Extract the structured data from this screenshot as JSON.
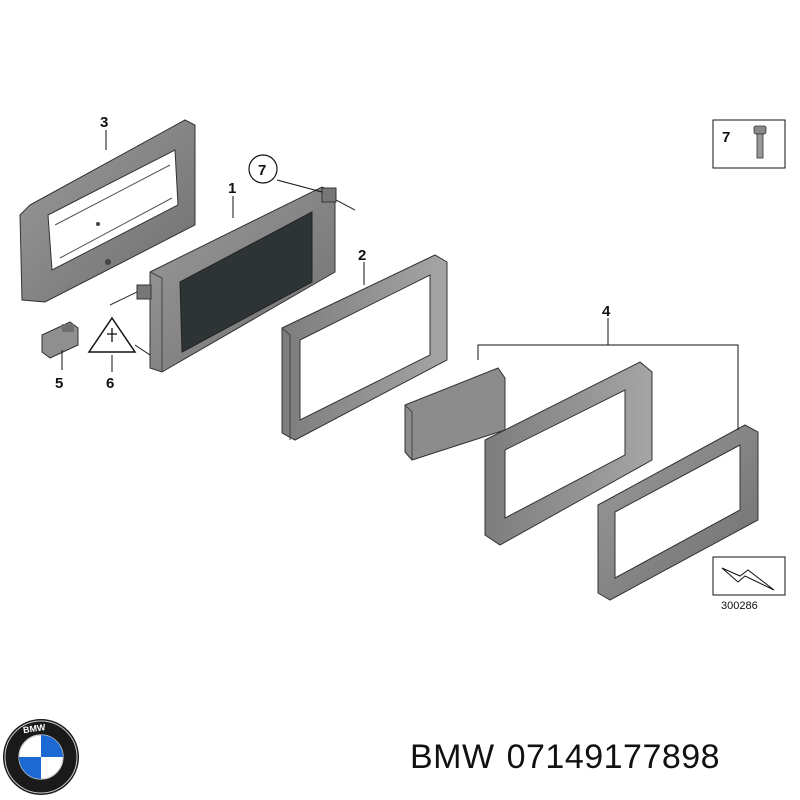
{
  "callouts": {
    "p1": "1",
    "p2": "2",
    "p3": "3",
    "p4": "4",
    "p5": "5",
    "p6": "6",
    "p7_circled": "7",
    "p7_box": "7"
  },
  "diagram_number": "300286",
  "caption": {
    "brand": "BMW",
    "part_number": "07149177898"
  },
  "logo": {
    "text": "BMW",
    "colors": {
      "ring": "#1a1a1a",
      "blue": "#1c69d4",
      "white": "#ffffff"
    }
  },
  "colors": {
    "part_fill": "#8a8a8a",
    "part_dark": "#5f5f5f",
    "screen": "#2e3436",
    "line": "#111111"
  }
}
